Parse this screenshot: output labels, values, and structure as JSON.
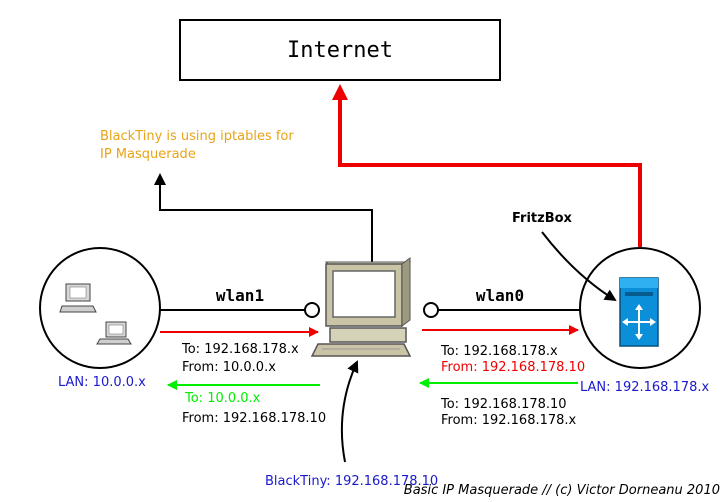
{
  "internet_label": "Internet",
  "note": {
    "line1": "BlackTiny is using iptables for",
    "line2": "IP Masquerade"
  },
  "fritzbox_label": "FritzBox",
  "interfaces": {
    "left": "wlan1",
    "right": "wlan0"
  },
  "lan_left": {
    "label": "LAN: 10.0.0.x",
    "outgoing_to": "To: 192.168.178.x",
    "outgoing_from": "From: 10.0.0.x",
    "incoming_to": "To: 10.0.0.x",
    "incoming_from": "From: 192.168.178.10"
  },
  "lan_right": {
    "label": "LAN: 192.168.178.x",
    "outgoing_to": "To: 192.168.178.x",
    "outgoing_from": "From: 192.168.178.10",
    "incoming_to": "To: 192.168.178.10",
    "incoming_from": "From: 192.168.178.x"
  },
  "blacktiny_label": "BlackTiny: 192.168.178.10",
  "credit": "Basic IP Masquerade // (c) Victor Dorneanu 2010",
  "colors": {
    "red": "#ee0000",
    "green": "#00ee00",
    "blue": "#1a1acc",
    "orange": "#e8a317",
    "black": "#000000"
  }
}
